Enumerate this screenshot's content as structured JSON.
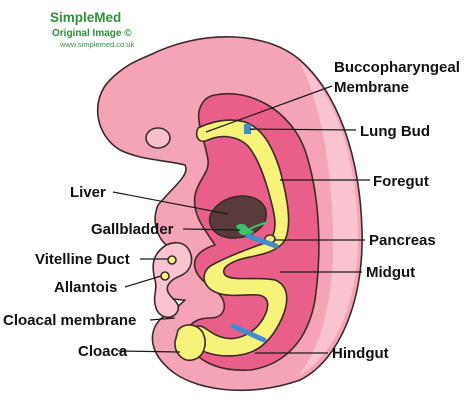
{
  "logo": {
    "brand": "SimpleMed",
    "line2": "Original Image ©",
    "url": "www.simplemed.co.uk"
  },
  "colors": {
    "embryo_outer": "#f4a4b4",
    "embryo_light": "#f9c4cf",
    "embryo_inner": "#ea5f8a",
    "gut_tube": "#f7f27a",
    "liver": "#5a3a3a",
    "gallbladder": "#3fbf6a",
    "marker": "#3f8ccf",
    "logo_green": "#2f8f3a"
  },
  "labels": {
    "buccopharyngeal": "Buccopharyngeal",
    "membrane": "Membrane",
    "lung_bud": "Lung Bud",
    "foregut": "Foregut",
    "pancreas": "Pancreas",
    "midgut": "Midgut",
    "hindgut": "Hindgut",
    "liver": "Liver",
    "gallbladder": "Gallbladder",
    "vitelline_duct": "Vitelline Duct",
    "allantois": "Allantois",
    "cloacal_membrane": "Cloacal membrane",
    "cloaca": "Cloaca"
  }
}
